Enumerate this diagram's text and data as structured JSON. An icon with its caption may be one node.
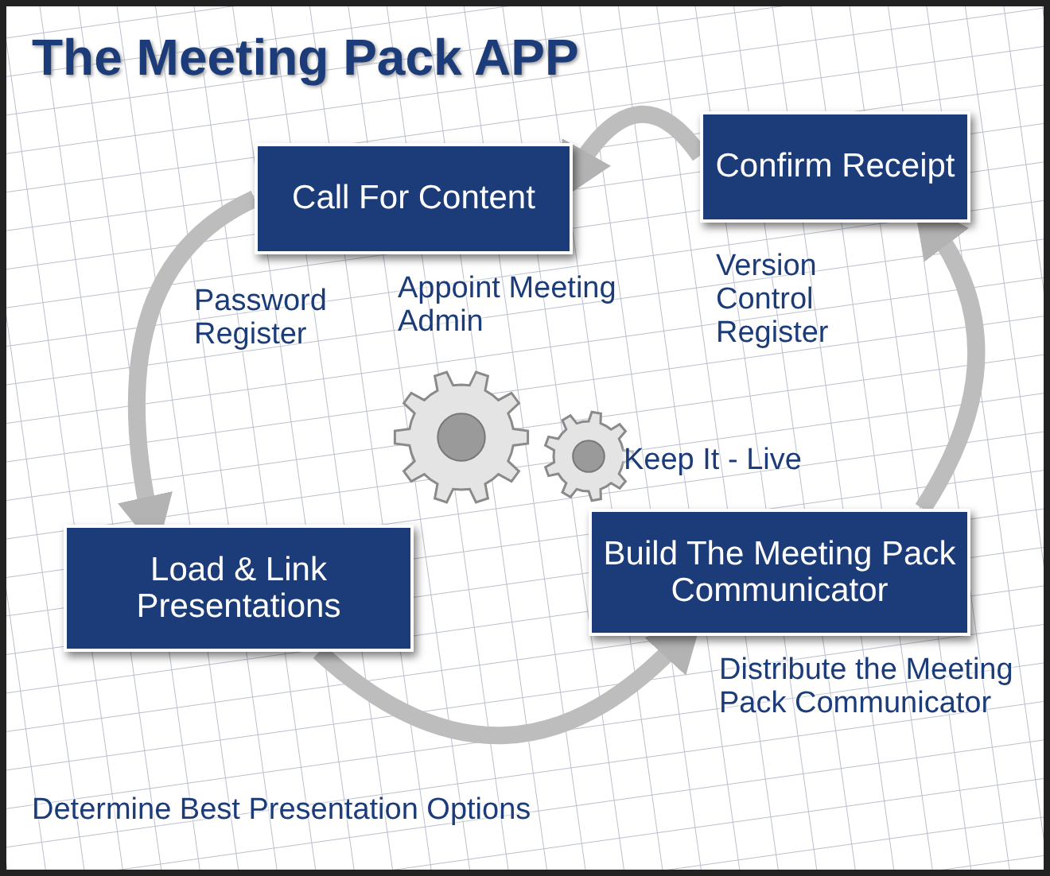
{
  "diagram": {
    "title": "The Meeting Pack APP",
    "nodes": [
      {
        "text": [
          "Call For Content"
        ]
      },
      {
        "text": [
          "Confirm Receipt"
        ]
      },
      {
        "text": [
          "Load & Link Presentations"
        ]
      },
      {
        "text": [
          "Build The Meeting Pack Communicator"
        ]
      }
    ],
    "edges": [
      {
        "from": 1,
        "to": 0,
        "arrow": "to"
      },
      {
        "from": 0,
        "to": 2,
        "arrow": "to"
      },
      {
        "from": 2,
        "to": 3,
        "arrow": "to"
      },
      {
        "from": 3,
        "to": 1,
        "arrow": "to"
      }
    ],
    "labels": [
      "Appoint Meeting Admin",
      "Version Control Register",
      "Password Register",
      "Keep It - Live",
      "Determine Best Presentation Options",
      "Distribute the Meeting Pack Communicator"
    ]
  }
}
